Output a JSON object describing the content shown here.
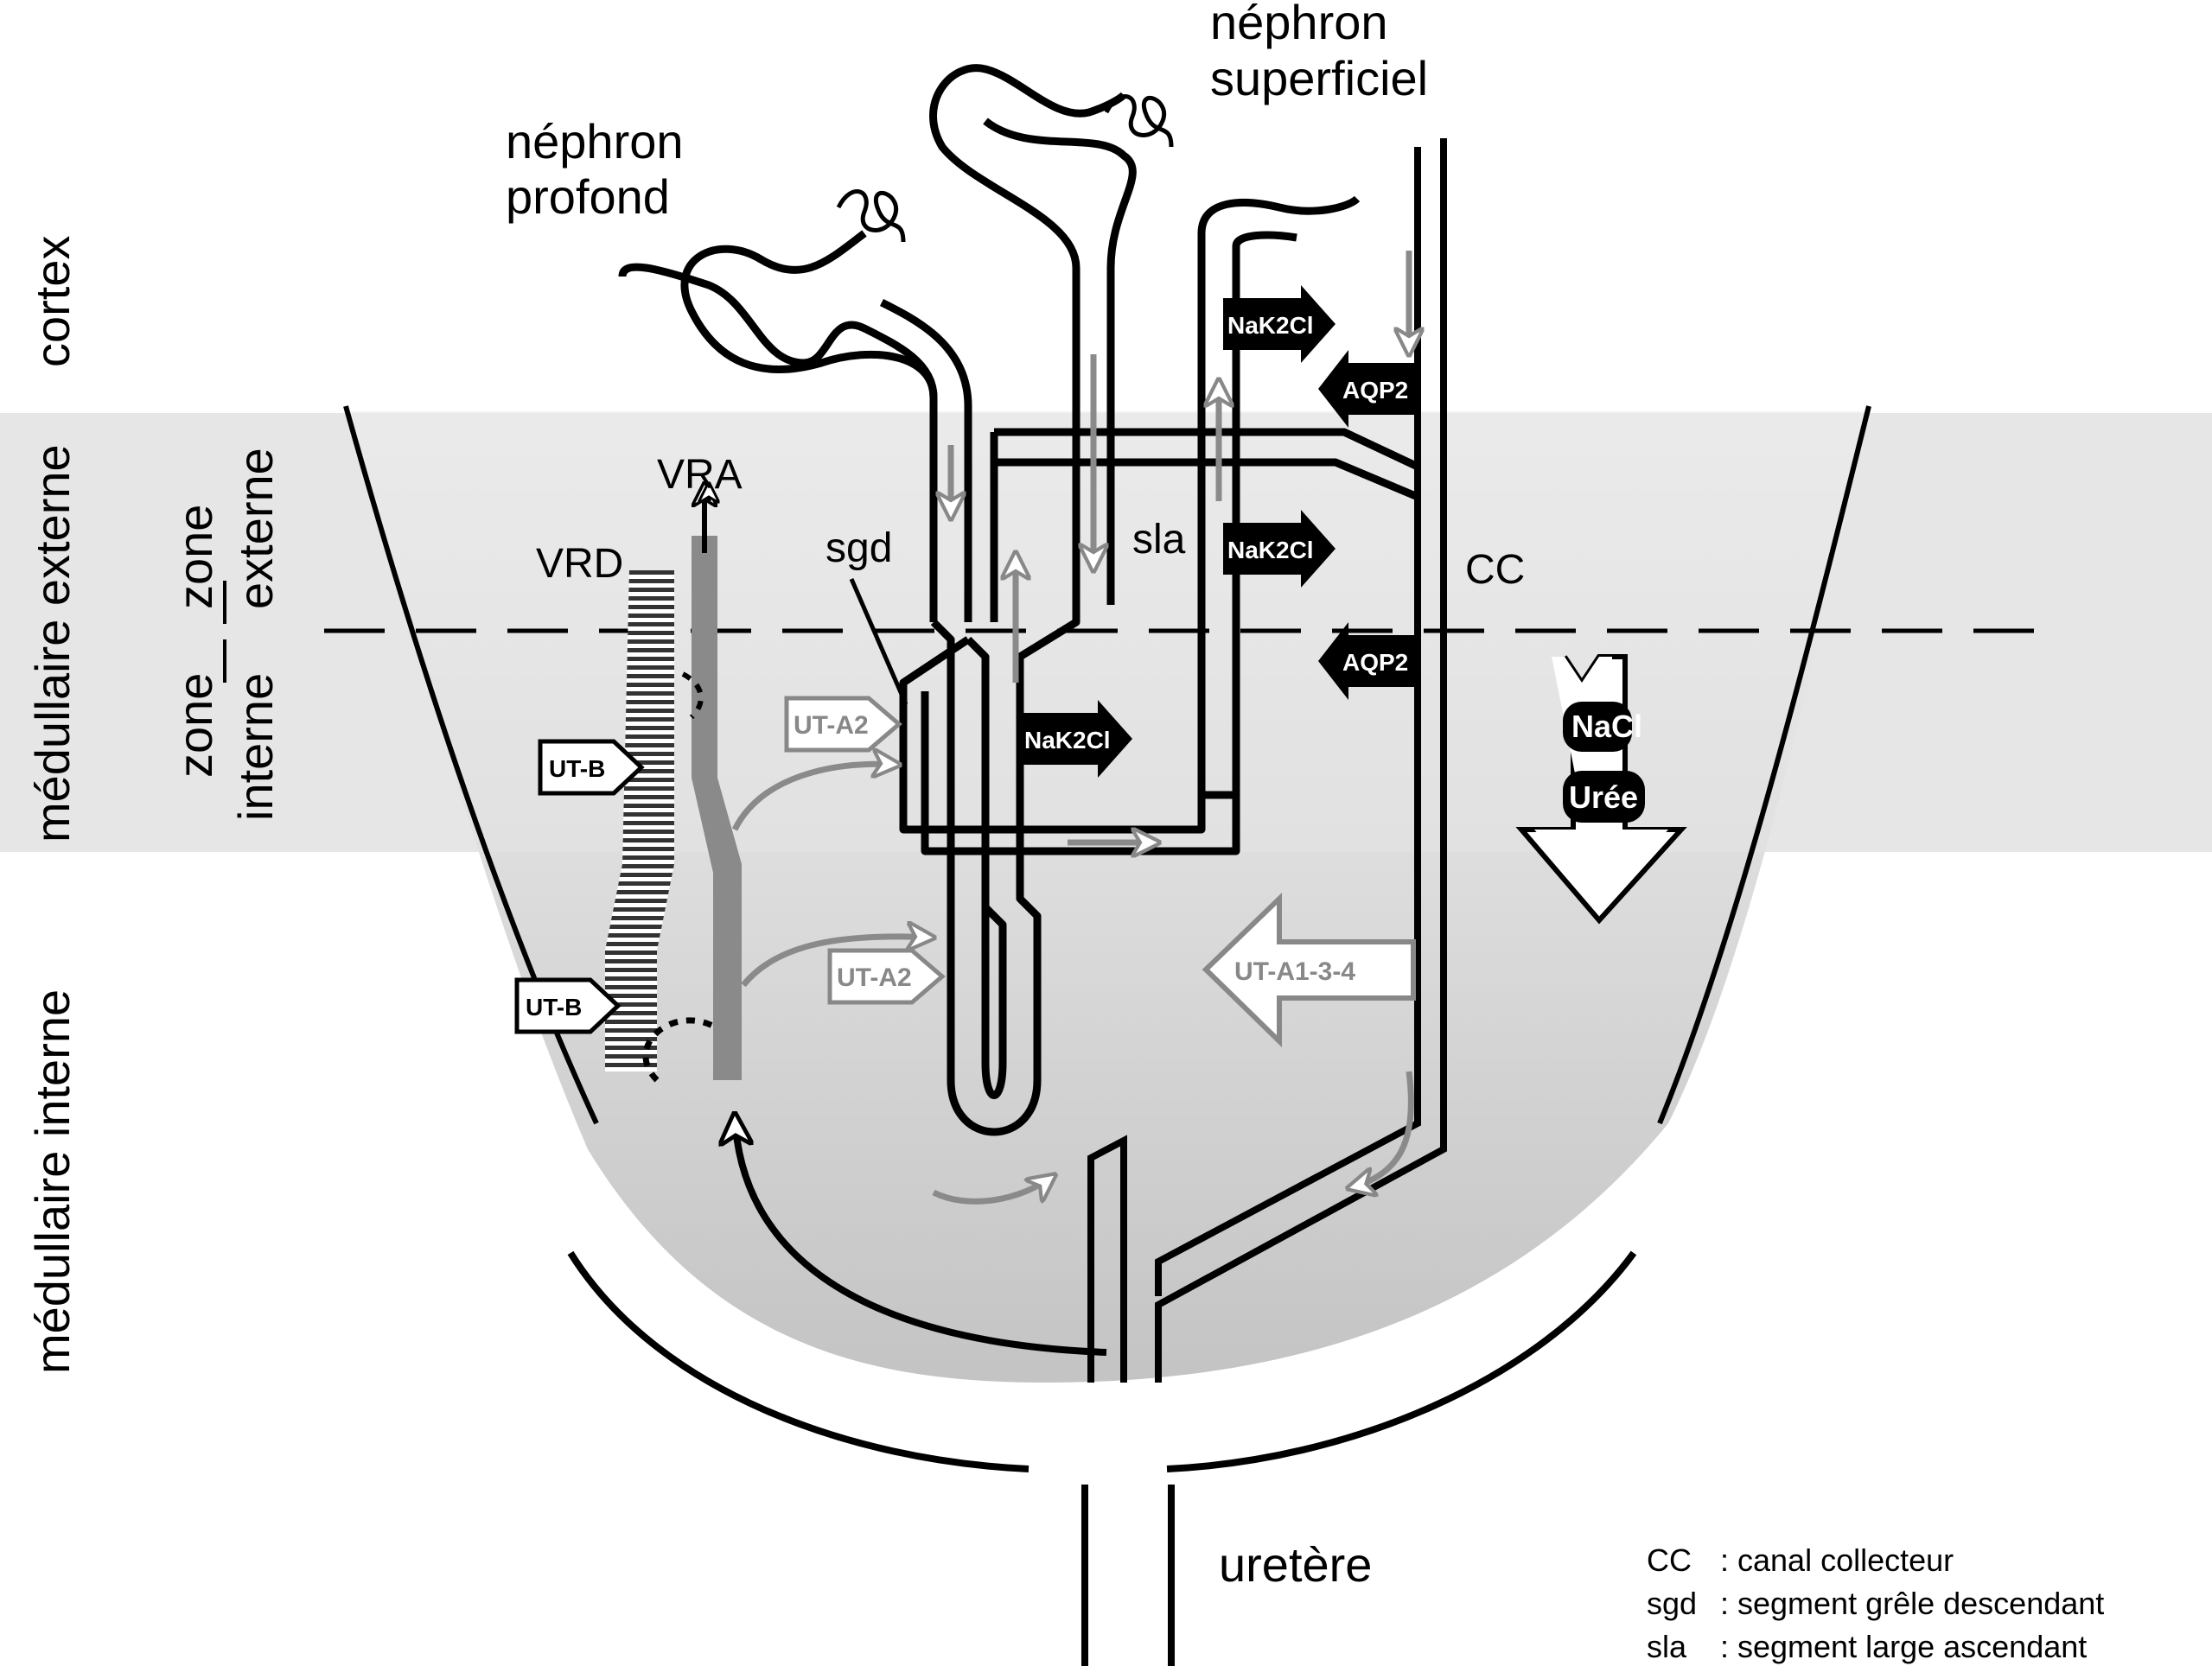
{
  "zones": {
    "cortex": "cortex",
    "medullaire_externe": "médullaire externe",
    "zone_externe_1": "zone",
    "zone_externe_2": "externe",
    "zone_interne_1": "zone",
    "zone_interne_2": "interne",
    "medullaire_interne": "médullaire interne"
  },
  "nephrons": {
    "profond_1": "néphron",
    "profond_2": "profond",
    "superficiel_1": "néphron",
    "superficiel_2": "superficiel"
  },
  "labels": {
    "vra": "VRA",
    "vrd": "VRD",
    "sgd": "sgd",
    "sla": "sla",
    "cc": "CC",
    "uretere": "uretère"
  },
  "transporters": {
    "nak2cl": "NaK2Cl",
    "aqp2": "AQP2",
    "uta2": "UT-A2",
    "utb": "UT-B",
    "uta134": "UT-A1-3-4",
    "nacl": "NaCl",
    "uree": "Urée"
  },
  "legend": [
    {
      "abbr": "CC",
      "sep": ":",
      "text": "canal collecteur"
    },
    {
      "abbr": "sgd",
      "sep": ":",
      "text": "segment grêle descendant"
    },
    {
      "abbr": "sla",
      "sep": ":",
      "text": "segment large ascendant"
    }
  ],
  "colors": {
    "band": "#e6e6e6",
    "medulla": "#eeeeee",
    "tubule": "#000000",
    "arrow_grey": "#8a8a8a"
  }
}
